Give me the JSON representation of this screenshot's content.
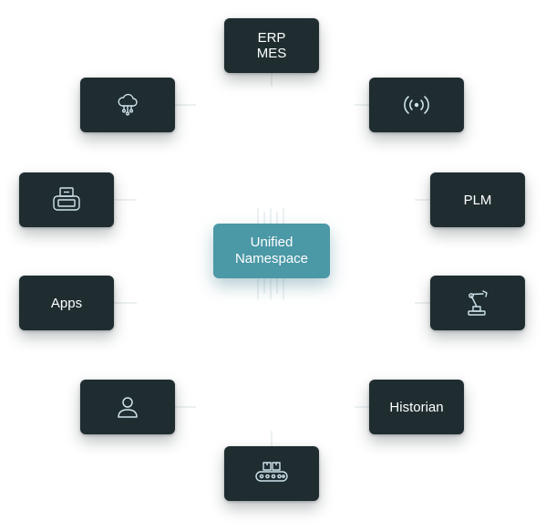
{
  "center": {
    "label": "Unified\nNamespace"
  },
  "nodes": {
    "erp_mes": {
      "label": "ERP\nMES"
    },
    "plm": {
      "label": "PLM"
    },
    "apps": {
      "label": "Apps"
    },
    "historian": {
      "label": "Historian"
    }
  },
  "icons": {
    "cloud": "cloud-network-icon",
    "signal": "broadcast-signal-icon",
    "printer": "printer-icon",
    "robot_arm": "robotic-arm-icon",
    "user": "user-icon",
    "conveyor": "conveyor-belt-icon"
  },
  "colors": {
    "node_bg": "#1f2d31",
    "center_bg": "#4b98a6",
    "icon_stroke": "#cfe4ea"
  }
}
